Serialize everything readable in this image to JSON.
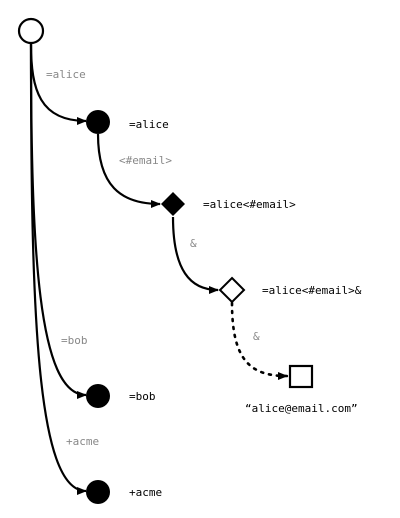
{
  "nodes": {
    "root": {
      "shape": "hollow-circle"
    },
    "alice": {
      "shape": "filled-circle",
      "label": "=alice"
    },
    "alice_email": {
      "shape": "filled-diamond",
      "label": "=alice<#email>"
    },
    "alice_email_amp": {
      "shape": "hollow-diamond",
      "label": "=alice<#email>&"
    },
    "value": {
      "shape": "hollow-square",
      "label": "“alice@email.com”"
    },
    "bob": {
      "shape": "filled-circle",
      "label": "=bob"
    },
    "acme": {
      "shape": "filled-circle",
      "label": "+acme"
    }
  },
  "edges": {
    "root_to_alice": {
      "label": "=alice"
    },
    "alice_to_email": {
      "label": "<#email>"
    },
    "email_to_amp": {
      "label": "&"
    },
    "amp_to_value": {
      "label": "&",
      "style": "dotted"
    },
    "root_to_bob": {
      "label": "=bob"
    },
    "root_to_acme": {
      "label": "+acme"
    }
  },
  "colors": {
    "stroke": "#000000",
    "edge_label": "#888888",
    "background": "#ffffff"
  }
}
